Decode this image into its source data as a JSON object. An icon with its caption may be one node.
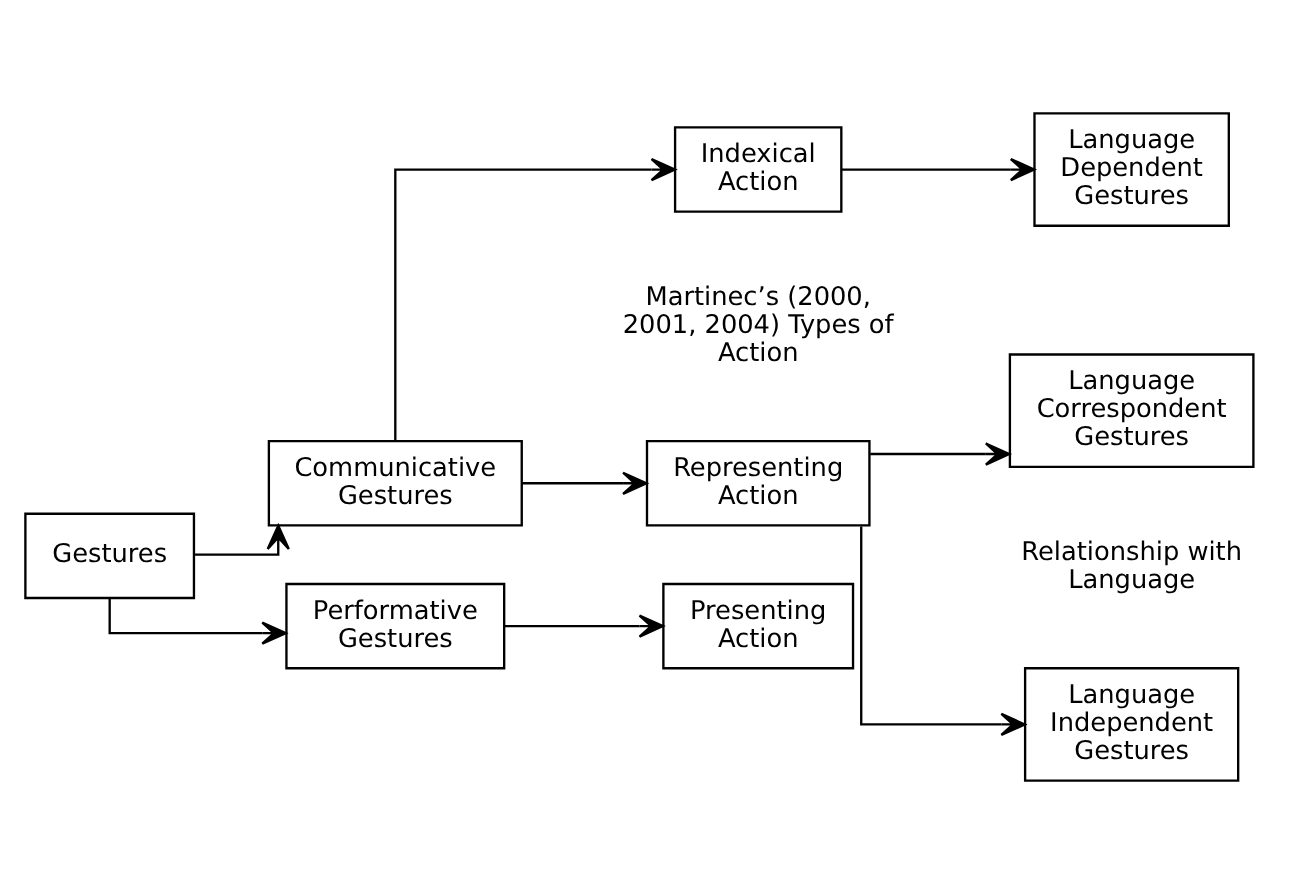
{
  "diagram": {
    "nodes": [
      {
        "text": [
          "Gestures"
        ]
      },
      {
        "text": [
          "Communicative Gestures"
        ]
      },
      {
        "text": [
          "Performative Gestures"
        ]
      },
      {
        "text": [
          "Representing Action"
        ]
      },
      {
        "text": [
          "Indexical Action"
        ]
      },
      {
        "text": [
          "Presenting Action"
        ]
      },
      {
        "text": [
          "Language Independent Gestures"
        ]
      },
      {
        "text": [
          "Language Correspondent Gestures"
        ]
      },
      {
        "text": [
          "Language Dependent Gestures"
        ]
      }
    ],
    "edges": [
      {
        "from": 0,
        "to": 1,
        "arrow": "to"
      },
      {
        "from": 0,
        "to": 2,
        "arrow": "to"
      },
      {
        "from": 1,
        "to": 3,
        "arrow": "to"
      },
      {
        "from": 1,
        "to": 4,
        "arrow": "to"
      },
      {
        "from": 2,
        "to": 5,
        "arrow": "to"
      },
      {
        "from": 3,
        "to": 6,
        "arrow": "to"
      },
      {
        "from": 3,
        "to": 7,
        "arrow": "to"
      },
      {
        "from": 4,
        "to": 8,
        "arrow": "to"
      }
    ],
    "labels": [
      "Martinec’s (2000, 2001, 2004) Types of Action",
      "Relationship with Language"
    ]
  }
}
